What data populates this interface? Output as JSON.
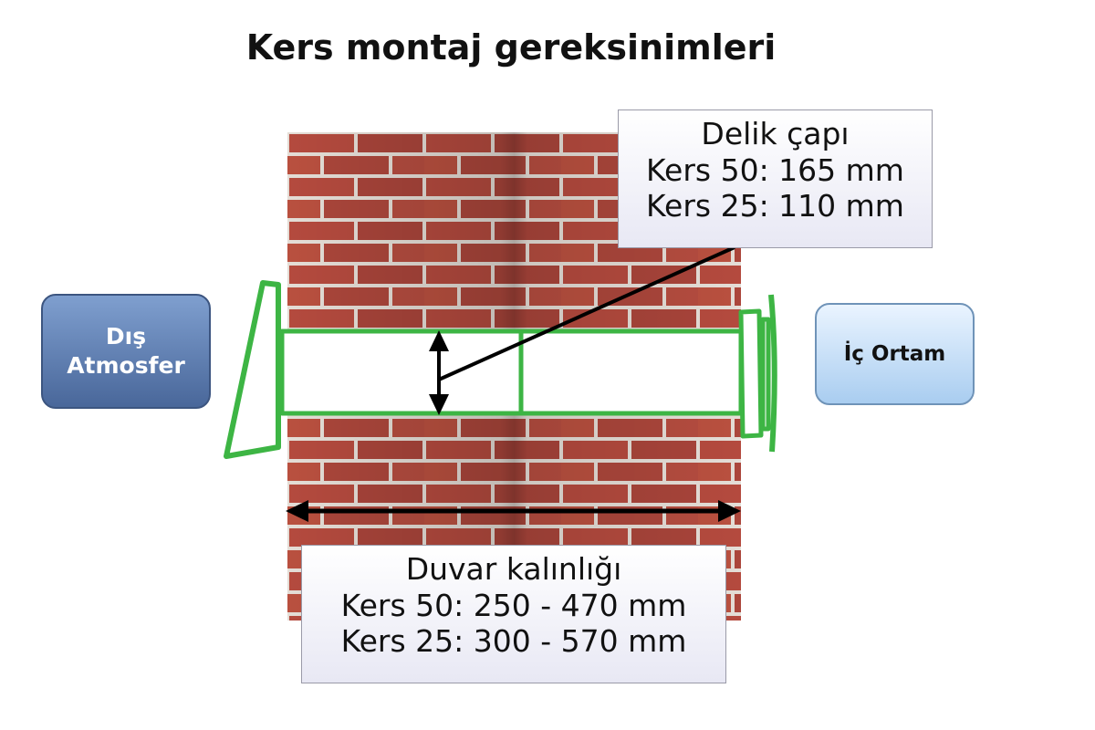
{
  "title": "Kers montaj gereksinimleri",
  "hole_diameter": {
    "heading": "Delik çapı",
    "kers50": "Kers 50: 165 mm",
    "kers25": "Kers 25: 110 mm"
  },
  "wall_thickness": {
    "heading": "Duvar kalınlığı",
    "kers50": "Kers 50: 250 - 470 mm",
    "kers25": "Kers 25: 300 - 570 mm"
  },
  "outside_label": {
    "line1": "Dış",
    "line2": "Atmosfer"
  },
  "inside_label": "İç Ortam",
  "colors": {
    "pipe": "#3db544",
    "brick": "#b0473c",
    "mortar": "#e8e2dc"
  }
}
